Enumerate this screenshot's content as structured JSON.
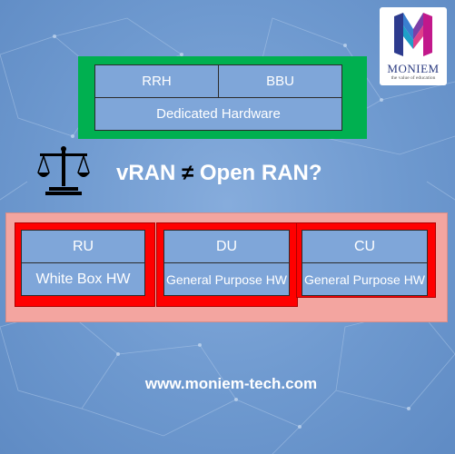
{
  "logo": {
    "name": "MONIEM",
    "tagline": "the value of education"
  },
  "top_block": {
    "rrh": "RRH",
    "bbu": "BBU",
    "dedicated": "Dedicated Hardware"
  },
  "title": {
    "left": "vRAN",
    "operator": "≠",
    "right": "Open RAN?"
  },
  "bottom_block": {
    "ru": "RU",
    "ru_hw": "White Box HW",
    "du": "DU",
    "du_hw": "General Purpose HW",
    "cu": "CU",
    "cu_hw": "General Purpose HW"
  },
  "footer": {
    "url": "www.moniem-tech.com"
  },
  "colors": {
    "background": "#6f9bd1",
    "green": "#00b050",
    "cell": "#7fa6d9",
    "red": "#ff0000",
    "pink": "#f3a5a0"
  },
  "icons": [
    "balance-scale-icon",
    "moniem-logo-icon"
  ]
}
